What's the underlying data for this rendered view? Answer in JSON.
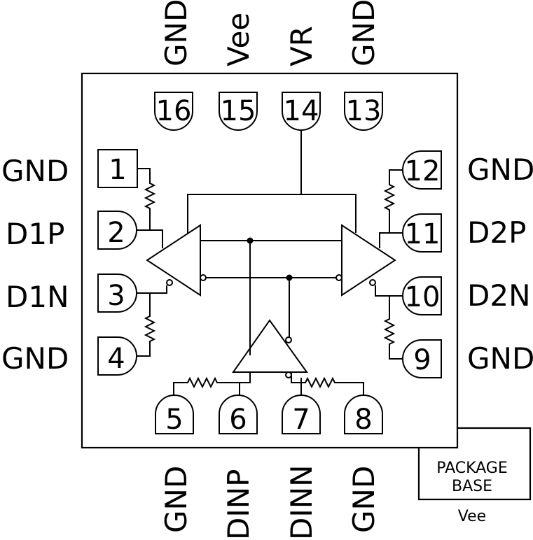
{
  "top_labels": [
    "GND",
    "Vee",
    "VR",
    "GND"
  ],
  "left_labels": [
    "GND",
    "D1P",
    "D1N",
    "GND"
  ],
  "right_labels": [
    "GND",
    "D2P",
    "D2N",
    "GND"
  ],
  "bottom_labels": [
    "GND",
    "DINP",
    "DINN",
    "GND"
  ],
  "pins": {
    "p1": "1",
    "p2": "2",
    "p3": "3",
    "p4": "4",
    "p5": "5",
    "p6": "6",
    "p7": "7",
    "p8": "8",
    "p9": "9",
    "p10": "10",
    "p11": "11",
    "p12": "12",
    "p13": "13",
    "p14": "14",
    "p15": "15",
    "p16": "16"
  },
  "package_base": {
    "line1": "PACKAGE",
    "line2": "BASE",
    "supply": "Vee"
  }
}
